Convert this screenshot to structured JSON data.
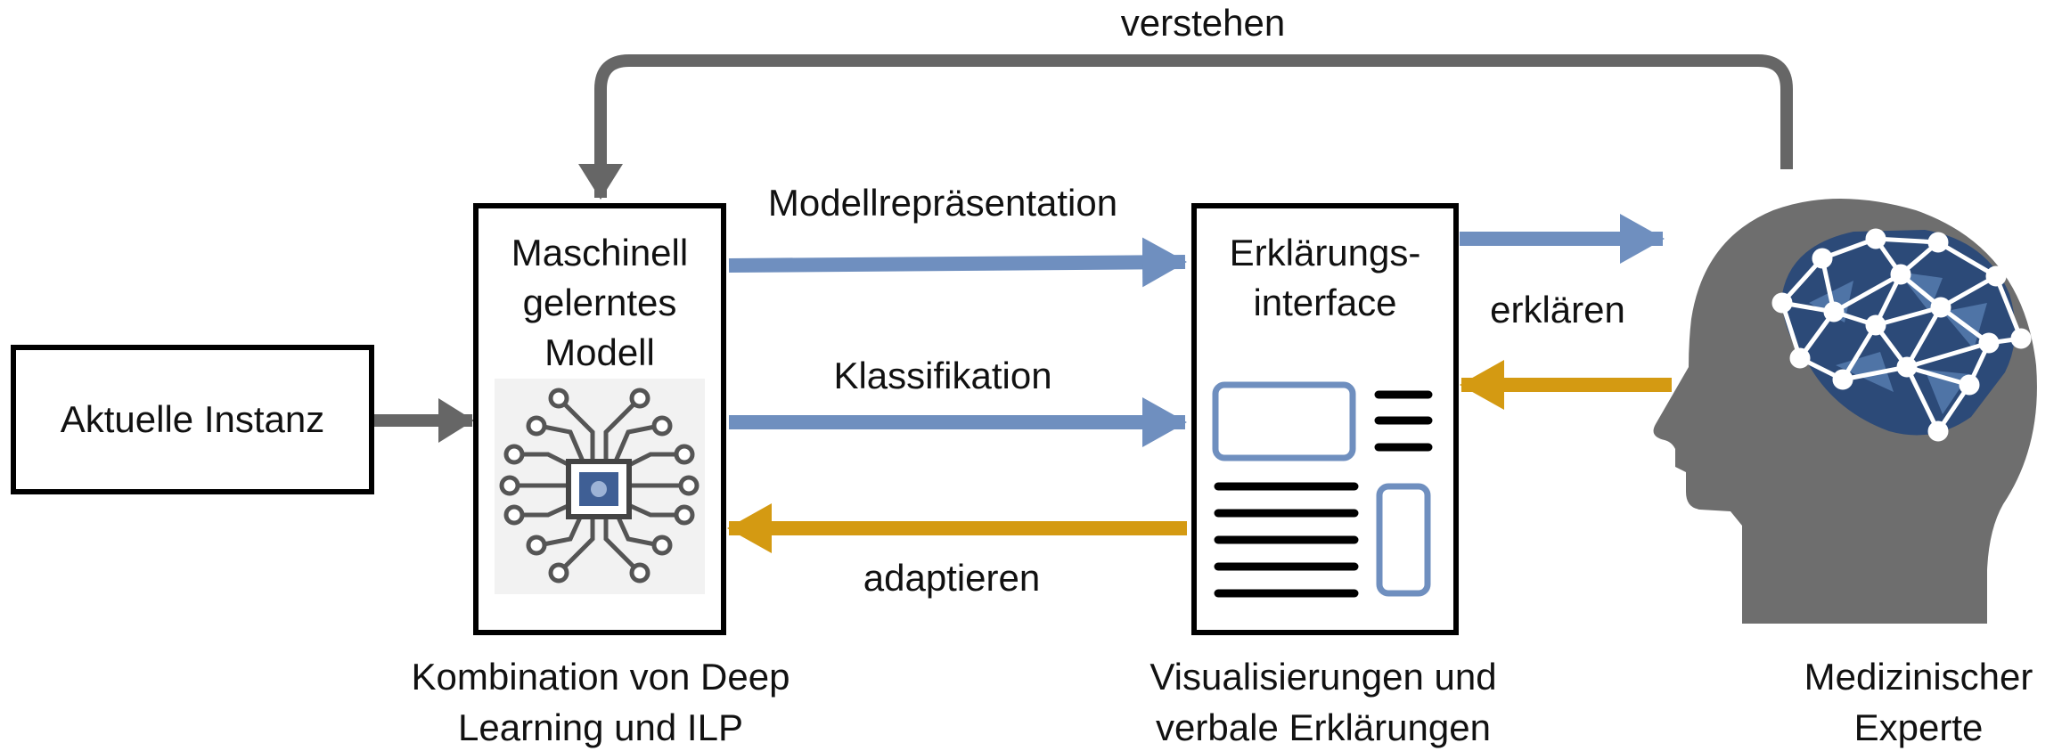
{
  "labels": {
    "loop": "verstehen",
    "input": "Aktuelle Instanz",
    "model_line1": "Maschinell",
    "model_line2": "gelerntes",
    "model_line3": "Modell",
    "interface_line1": "Erklärungs-",
    "interface_line2": "interface",
    "arrow_model_repr": "Modellrepräsentation",
    "arrow_classification": "Klassifikation",
    "arrow_adapt": "adaptieren",
    "arrow_explain": "erklären",
    "caption_model_line1": "Kombination von Deep",
    "caption_model_line2": "Learning und ILP",
    "caption_interface_line1": "Visualisierungen und",
    "caption_interface_line2": "verbale Erklärungen",
    "caption_expert_line1": "Medizinischer",
    "caption_expert_line2": "Experte"
  },
  "colors": {
    "blue_arrow": "#6f8fbf",
    "orange_arrow": "#d49a12",
    "gray_arrow": "#666666",
    "head": "#6e6e6e",
    "brain_dark": "#2c4a78",
    "brain_light": "#4f74a6",
    "chip": "#3f5f95"
  },
  "icons": {
    "model_box": "circuit-chip-icon",
    "interface_box": "interface-layout-icon",
    "expert": "head-brain-network-icon"
  }
}
